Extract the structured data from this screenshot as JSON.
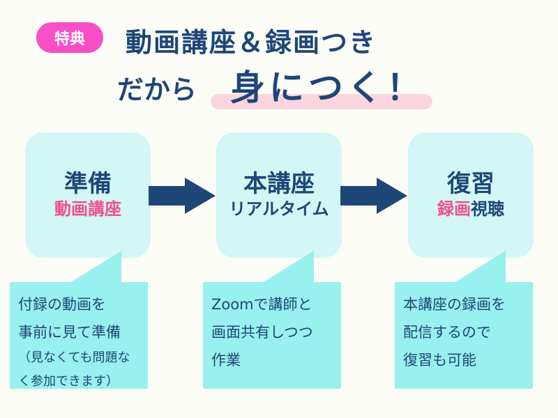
{
  "header": {
    "badge": "特典",
    "title_line1": "動画講座＆録画つき",
    "title_line2_prefix": "だから",
    "title_line2_emphasis": "身につく！"
  },
  "colors": {
    "navy": "#1e4677",
    "pink": "#f04f8a",
    "badge": "#f84fc7",
    "step_bg": "#d2f7f5",
    "note_bg": "#98f0ef",
    "highlight": "#fad5df"
  },
  "steps": [
    {
      "title": "準備",
      "subtitle_parts": [
        {
          "text": "動画講座",
          "color": "pink"
        }
      ],
      "note_lines": [
        "付録の動画を",
        "事前に見て準備"
      ],
      "note_small_lines": [
        "（見なくても問題な",
        "く参加できます）"
      ]
    },
    {
      "title": "本講座",
      "subtitle_parts": [
        {
          "text": "リアルタイム",
          "color": "navy"
        }
      ],
      "note_lines": [
        "Zoomで講師と",
        "画面共有しつつ",
        "作業"
      ],
      "note_small_lines": []
    },
    {
      "title": "復習",
      "subtitle_parts": [
        {
          "text": "録画",
          "color": "pink"
        },
        {
          "text": "視聴",
          "color": "navy"
        }
      ],
      "note_lines": [
        "本講座の録画を",
        "配信するので",
        "復習も可能"
      ],
      "note_small_lines": []
    }
  ]
}
